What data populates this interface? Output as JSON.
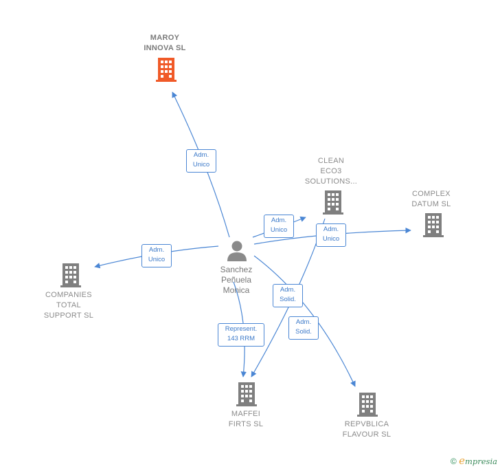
{
  "colors": {
    "edge": "#4a86d4",
    "building_main": "#f05a28",
    "building": "#7f7f7f",
    "person": "#8a8a8a"
  },
  "nodes": {
    "maroy": {
      "label": "MAROY\nINNOVA  SL",
      "icon": "building-icon"
    },
    "clean": {
      "label": "CLEAN\nECO3\nSOLUTIONS...",
      "icon": "building-icon"
    },
    "complex": {
      "label": "COMPLEX\nDATUM  SL",
      "icon": "building-icon"
    },
    "companies": {
      "label": "COMPANIES\nTOTAL\nSUPPORT  SL",
      "icon": "building-icon"
    },
    "maffei": {
      "label": "MAFFEI\nFIRTS  SL",
      "icon": "building-icon"
    },
    "repvblica": {
      "label": "REPVBLICA\nFLAVOUR  SL",
      "icon": "building-icon"
    },
    "person": {
      "label": "Sanchez\nPeñuela\nMonica",
      "icon": "person-icon"
    }
  },
  "edges": {
    "maroy": "Adm.\nUnico",
    "clean": "Adm.\nUnico",
    "complex": "Adm.\nUnico",
    "companies": "Adm.\nUnico",
    "maffei_rep": "Represent.\n143 RRM",
    "solid1": "Adm.\nSolid.",
    "solid2": "Adm.\nSolid."
  },
  "footer": {
    "copyright": "©",
    "brand_initial": "e",
    "brand_rest": "mpresia"
  }
}
